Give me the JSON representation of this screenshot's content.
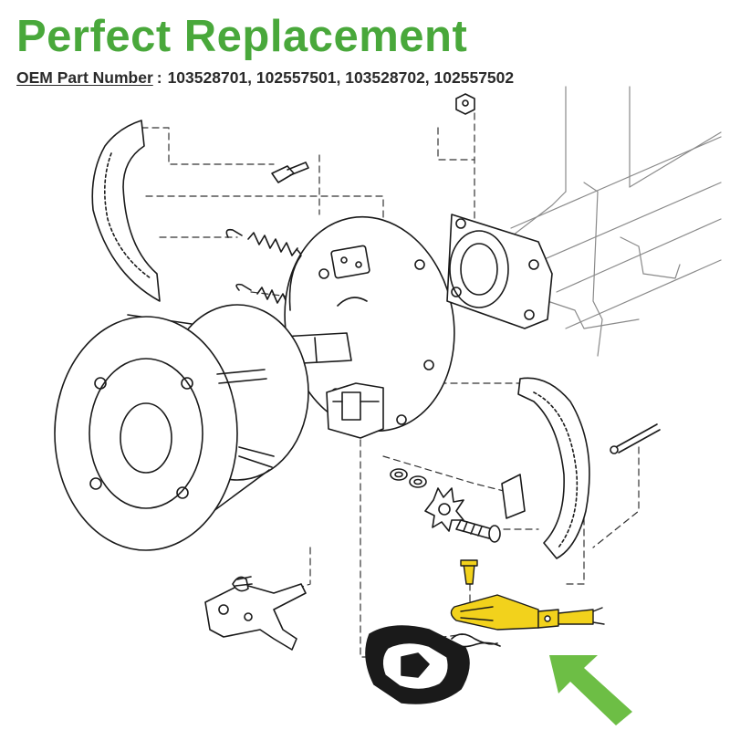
{
  "header": {
    "title": "Perfect Replacement",
    "part_label": "OEM Part Number",
    "separator": ":",
    "part_numbers": "103528701, 102557501, 103528702, 102557502"
  },
  "colors": {
    "title": "#49a83b",
    "highlight_part": "#f2d21c",
    "arrow": "#6dbe45",
    "line_art": "#1a1a1a"
  },
  "icons": {
    "pointer": "green-arrow-icon"
  }
}
